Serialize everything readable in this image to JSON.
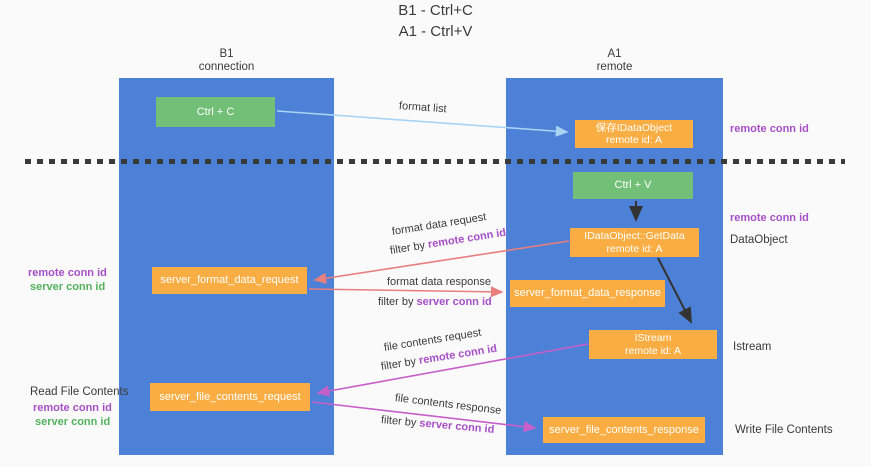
{
  "title": {
    "line1": "B1 - Ctrl+C",
    "line2": "A1 - Ctrl+V"
  },
  "lifelines": {
    "left": {
      "name": "B1",
      "role": "connection"
    },
    "right": {
      "name": "A1",
      "role": "remote"
    }
  },
  "nodes": {
    "ctrl_c": {
      "label": "Ctrl + C"
    },
    "ctrl_v": {
      "label": "Ctrl + V"
    },
    "save_idataobject": {
      "line1": "保存IDataObject",
      "line2": "remote id: A"
    },
    "getdata": {
      "line1": "IDataObject::GetData",
      "line2": "remote id: A"
    },
    "istream": {
      "line1": "IStream",
      "line2": "remote id: A"
    },
    "format_request": {
      "label": "server_format_data_request"
    },
    "format_response": {
      "label": "server_format_data_response"
    },
    "file_request": {
      "label": "server_file_contents_request"
    },
    "file_response": {
      "label": "server_file_contents_response"
    }
  },
  "side_labels": {
    "right_top_conn_id": "remote conn id",
    "right_mid_conn_id": "remote conn id",
    "right_dataobject": "DataObject",
    "right_istream": "Istream",
    "right_write_file": "Write File Contents",
    "left_format": {
      "remote": "remote conn id",
      "server": "server conn id"
    },
    "left_file": {
      "title": "Read File Contents",
      "remote": "remote conn id",
      "server": "server conn id"
    }
  },
  "flows": {
    "format_list": {
      "label": "format list"
    },
    "format_request": {
      "line1": "format data request",
      "filter_prefix": "filter by",
      "filter_key": "remote conn id"
    },
    "format_response": {
      "line1": "format data response",
      "filter_prefix": "filter by",
      "filter_key": "server conn id"
    },
    "file_request": {
      "line1": "file contents request",
      "filter_prefix": "filter by",
      "filter_key": "remote conn id"
    },
    "file_response": {
      "line1": "file contents response",
      "filter_prefix": "filter by",
      "filter_key": "server conn id"
    }
  },
  "colors": {
    "lifeline_blue": "#4d81d7",
    "node_orange": "#f9ad42",
    "node_green": "#72bf77",
    "arrow_blue": "#a9d3f3",
    "arrow_red": "#e87e7e",
    "arrow_magenta": "#c75fc9",
    "arrow_black": "#333333",
    "conn_id_purple": "#a74fc6",
    "conn_id_green": "#52b25b",
    "text_dark": "#3d3d3d",
    "background": "#fafafa"
  }
}
